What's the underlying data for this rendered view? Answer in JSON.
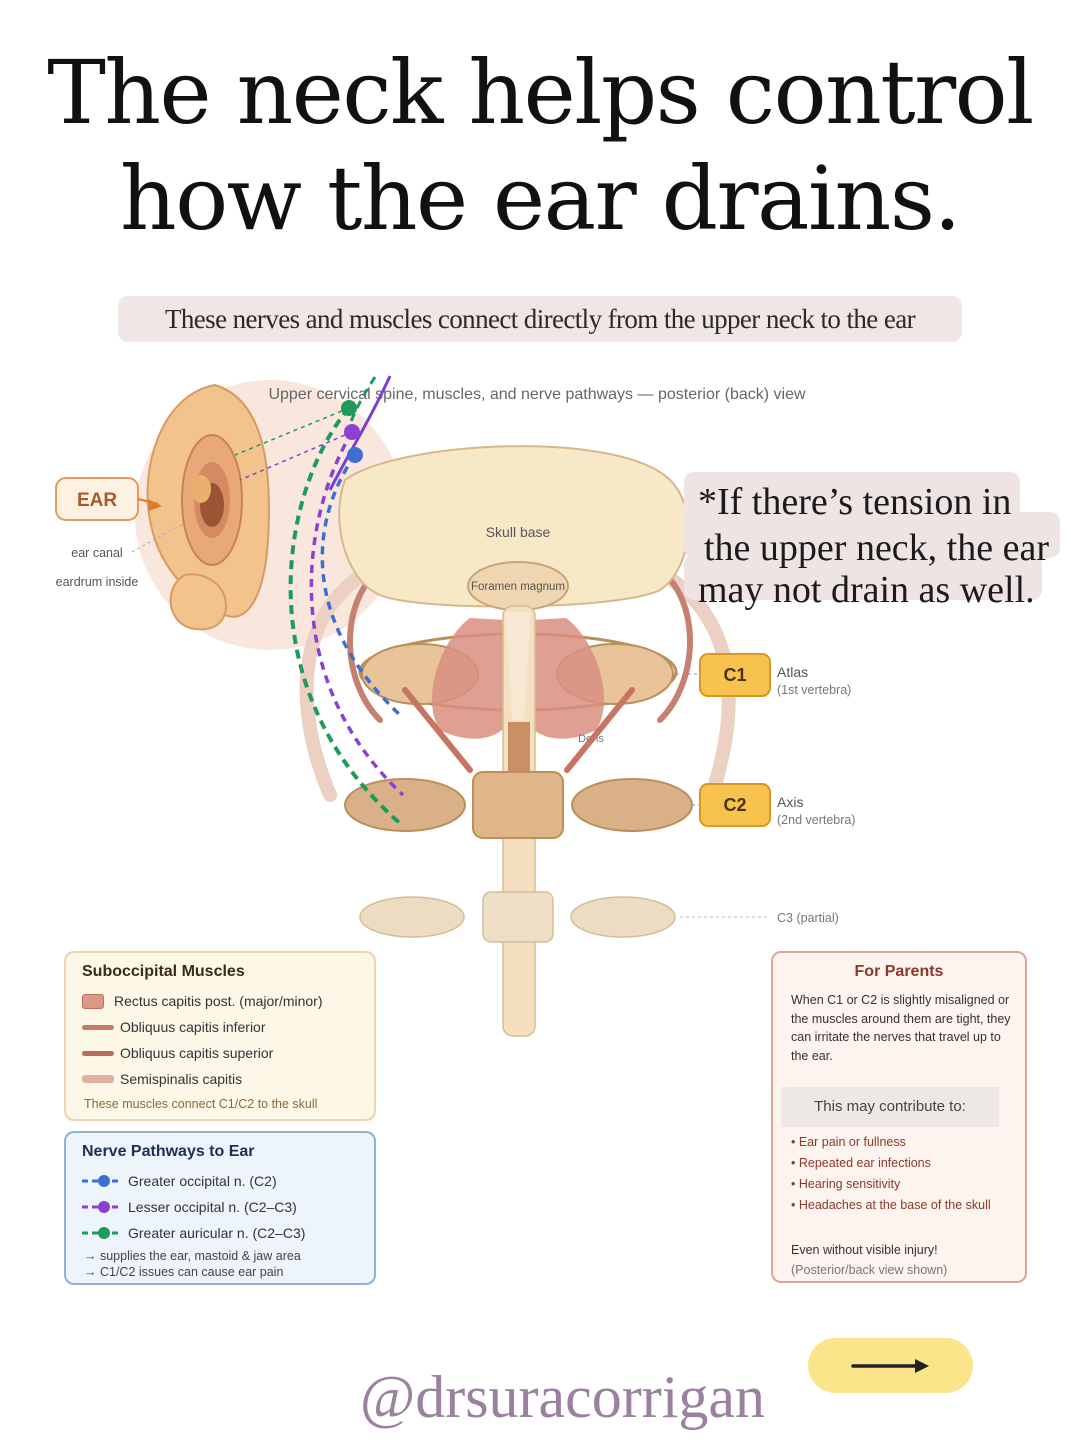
{
  "headline": {
    "line1": "The neck helps control",
    "line2": "how the ear drains."
  },
  "subtitle": "These nerves and muscles connect directly from the upper neck to the ear",
  "callout": {
    "line1": "*If there’s tension in",
    "line2": "the upper neck, the ear",
    "line3": "may not drain as well."
  },
  "diagram": {
    "caption": "Upper cervical spine, muscles, and nerve pathways — posterior (back) view",
    "ear_label": "EAR",
    "ear_canal": "ear canal",
    "eardrum": "eardrum inside",
    "skull_base": "Skull base",
    "foramen": "Foramen magnum",
    "dens": "Dens",
    "c1": {
      "tag": "C1",
      "name": "Atlas",
      "sub": "(1st vertebra)"
    },
    "c2": {
      "tag": "C2",
      "name": "Axis",
      "sub": "(2nd vertebra)"
    },
    "c3": "C3 (partial)"
  },
  "muscles_legend": {
    "title": "Suboccipital Muscles",
    "items": [
      {
        "label": "Rectus capitis post. (major/minor)",
        "color": "#d99b88"
      },
      {
        "label": "Obliquus capitis inferior",
        "color": "#c47a6a"
      },
      {
        "label": "Obliquus capitis superior",
        "color": "#b86e5e"
      },
      {
        "label": "Semispinalis capitis",
        "color": "#e0b1a2"
      }
    ],
    "note": "These muscles connect C1/C2 to the skull"
  },
  "nerves_legend": {
    "title": "Nerve Pathways to Ear",
    "items": [
      {
        "label": "Greater occipital n. (C2)",
        "color": "#3e6fd0"
      },
      {
        "label": "Lesser occipital n. (C2–C3)",
        "color": "#8c3fd0"
      },
      {
        "label": "Greater auricular n. (C2–C3)",
        "color": "#1f9a5a"
      }
    ],
    "note1": "→ supplies the ear, mastoid & jaw area",
    "note2": "→ C1/C2 issues can cause ear pain"
  },
  "parents": {
    "title": "For Parents",
    "body": "When C1 or C2 is slightly misaligned or the muscles around them are tight, they can irritate the nerves that travel up to the ear.",
    "contrib": "This may contribute to:",
    "items": [
      "• Ear pain or fullness",
      "• Repeated ear infections",
      "• Hearing sensitivity",
      "• Headaches at the base of the skull"
    ],
    "even": "Even without visible injury!",
    "view": "(Posterior/back view shown)"
  },
  "handle": "@drsuracorrigan",
  "next_icon": "arrow-right-icon"
}
